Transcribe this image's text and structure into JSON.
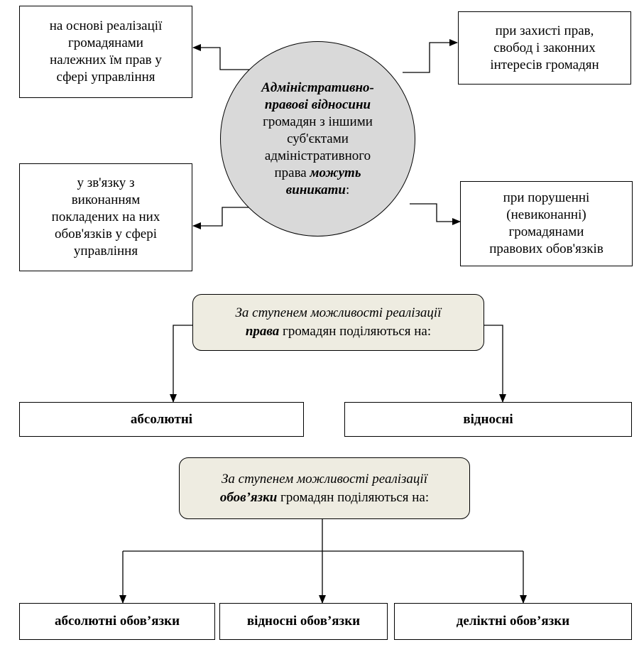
{
  "circle": {
    "head_lines": [
      "Адміністративно-",
      "правові відносини"
    ],
    "body_lines": [
      "громадян з іншими",
      "суб'єктами",
      "адміністративного"
    ],
    "last_plain": "права ",
    "last_bold": "можуть",
    "end_bold": "виникати",
    "end_plain": ":"
  },
  "origins": {
    "top_left": [
      "на основі реалізації",
      "громадянами",
      "належних їм прав у",
      "сфері управління"
    ],
    "top_right": [
      "при захисті прав,",
      "свобод і законних",
      "інтересів громадян"
    ],
    "bottom_left": [
      "у зв'язку з",
      "виконанням",
      "покладених на них",
      "обов'язків у сфері",
      "управління"
    ],
    "bottom_right": [
      "при порушенні",
      "(невиконанні)",
      "громадянами",
      "правових обов'язків"
    ]
  },
  "rights": {
    "line1": "За ступенем можливості реалізації",
    "key": "права",
    "rest": " громадян поділяються на:",
    "items": [
      "абсолютні",
      "відносні"
    ]
  },
  "duties": {
    "line1": "За ступенем можливості реалізації",
    "key": "обов’язки",
    "rest": " громадян поділяються на:",
    "items": [
      "абсолютні обов’язки",
      "відносні обов’язки",
      "деліктні обов’язки"
    ]
  }
}
